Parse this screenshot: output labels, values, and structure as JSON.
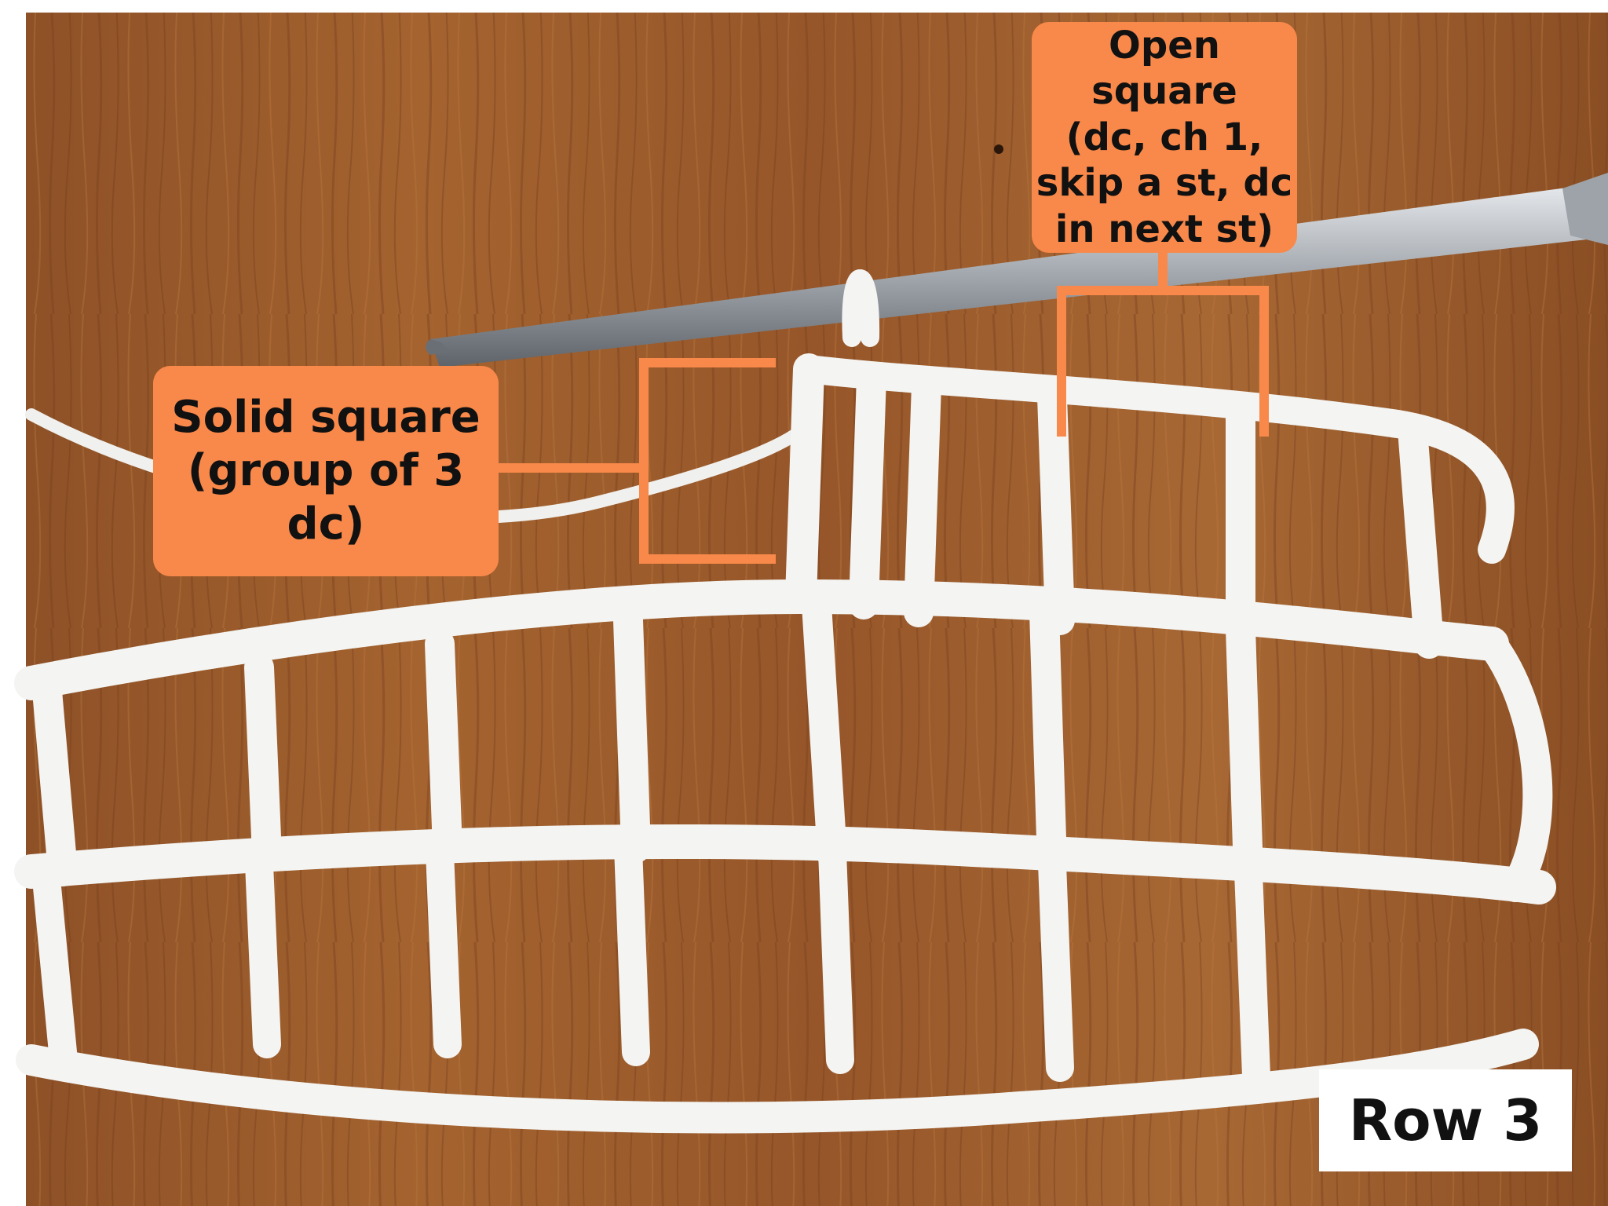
{
  "labels": {
    "solid_square": [
      "Solid square",
      "(group of 3",
      "dc)"
    ],
    "open_square": [
      "Open square",
      "(dc, ch 1,",
      "skip a st, dc",
      "in next st)"
    ],
    "row": "Row 3"
  },
  "colors": {
    "callout": "#F9894A",
    "callout_text": "#111111",
    "wood": "#9A5A2C",
    "yarn": "#F4F4F2",
    "hook": "#B8BCC2"
  }
}
